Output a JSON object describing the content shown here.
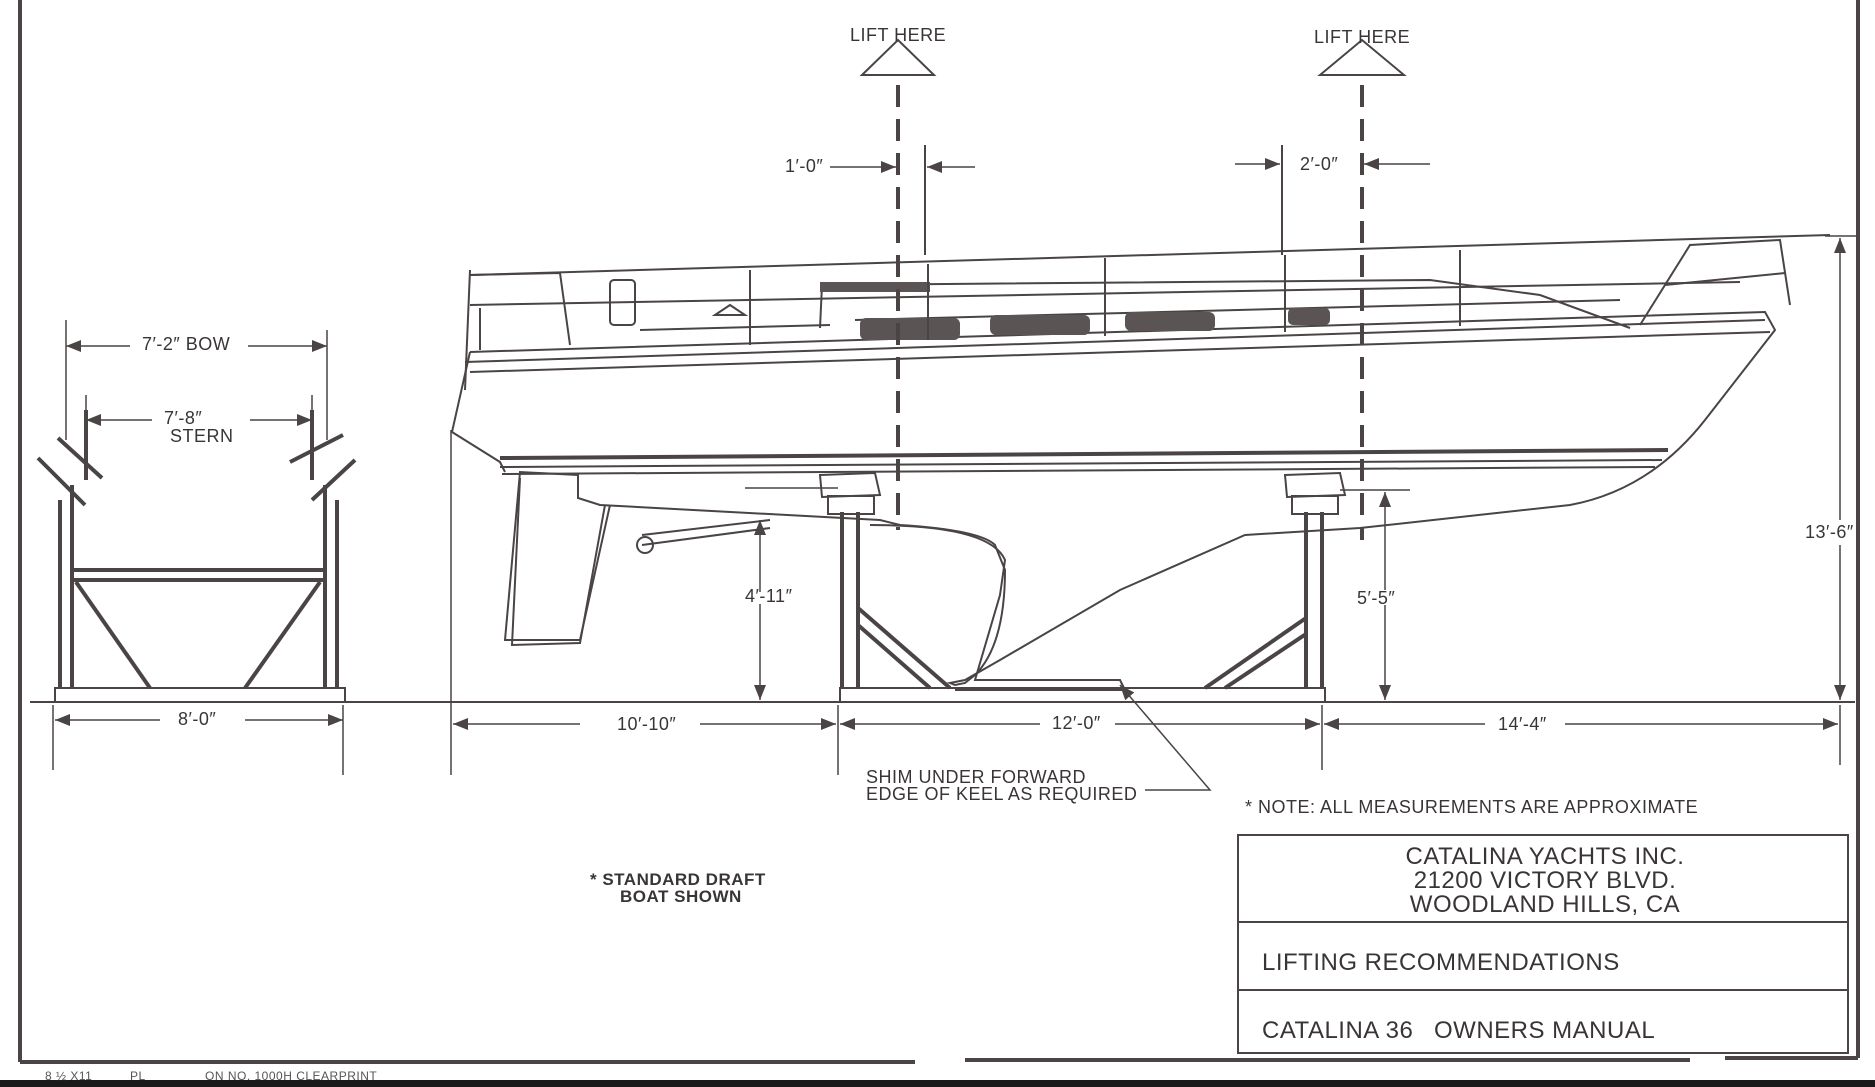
{
  "lift_points": {
    "left": "LIFT HERE",
    "right": "LIFT HERE"
  },
  "offsets": {
    "left": "1′-0″",
    "right": "2′-0″"
  },
  "cradle": {
    "bow_width": "7′-2″ BOW",
    "stern_width_value": "7′-8″",
    "stern_width_label": "STERN",
    "base_width": "8′-0″"
  },
  "dimensions": {
    "aft_to_strap": "10′-10″",
    "strap_spacing": "12′-0″",
    "forward_overhang": "14′-4″",
    "aft_stand_height": "4′-11″",
    "fwd_stand_height": "5′-5″",
    "overall_height": "13′-6″"
  },
  "shim_note": {
    "line1": "SHIM UNDER FORWARD",
    "line2": "EDGE OF KEEL AS REQUIRED"
  },
  "draft_note": {
    "line1": "* STANDARD DRAFT",
    "line2": "BOAT SHOWN"
  },
  "measurement_note": "* NOTE:  ALL MEASUREMENTS ARE APPROXIMATE",
  "title_block": {
    "company": "CATALINA YACHTS INC.",
    "street": "21200 VICTORY BLVD.",
    "city": "WOODLAND HILLS, CA",
    "drawing_title": "LIFTING RECOMMENDATIONS",
    "manual_model": "CATALINA 36",
    "manual_name": "OWNERS MANUAL"
  },
  "footer": {
    "paper": "8 ½ X11",
    "code": "PL",
    "form": "ON NO.  1000H CLEARPRINT"
  }
}
